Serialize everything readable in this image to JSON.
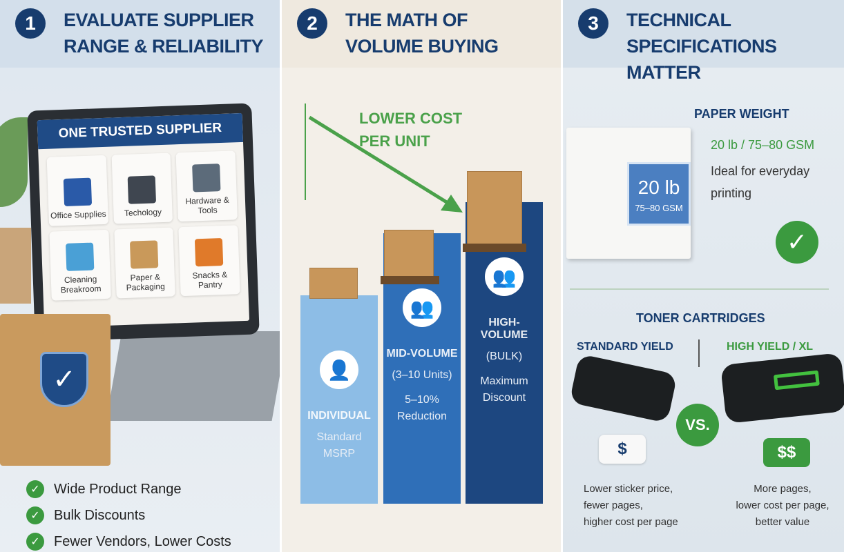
{
  "panel1": {
    "number": "1",
    "title": "EVALUATE SUPPLIER RANGE & RELIABILITY",
    "screen_title": "ONE TRUSTED SUPPLIER",
    "categories": [
      {
        "label": "Office Supplies",
        "icon": "binder-icon"
      },
      {
        "label": "Techology",
        "icon": "laptop-icon"
      },
      {
        "label": "Hardware & Tools",
        "icon": "tools-icon"
      },
      {
        "label": "Cleaning Breakroom",
        "icon": "spray-bottle-icon"
      },
      {
        "label": "Paper & Packaging",
        "icon": "box-icon"
      },
      {
        "label": "Snacks & Pantry",
        "icon": "snack-bag-icon"
      }
    ],
    "benefits": [
      "Wide Product Range",
      "Bulk Discounts",
      "Fewer Vendors, Lower Costs"
    ]
  },
  "panel2": {
    "number": "2",
    "title": "THE MATH OF VOLUME BUYING",
    "arrow_label": "LOWER COST PER UNIT",
    "tiers": [
      {
        "label": "INDIVIDUAL",
        "lines": [
          "Standard",
          "MSRP"
        ],
        "color": "#8dbde6"
      },
      {
        "label": "MID-VOLUME",
        "lines": [
          "(3–10 Units)",
          "5–10%",
          "Reduction"
        ],
        "color": "#2f6fb8"
      },
      {
        "label": "HIGH-VOLUME",
        "lines": [
          "(BULK)",
          "Maximum",
          "Discount"
        ],
        "color": "#1d4780"
      }
    ]
  },
  "panel3": {
    "number": "3",
    "title": "TECHNICAL SPECIFICATIONS MATTER",
    "paper_heading": "PAPER WEIGHT",
    "paper_spec": "20 lb / 75–80 GSM",
    "paper_note": "Ideal for everyday printing",
    "label_weight": "20 lb",
    "label_gsm": "75–80 GSM",
    "toner_heading": "TONER CARTRIDGES",
    "standard": {
      "title": "STANDARD YIELD",
      "price": "$",
      "desc": [
        "Lower sticker price,",
        "fewer pages,",
        "higher cost per page"
      ]
    },
    "vs": "VS.",
    "high": {
      "title": "HIGH YIELD / XL",
      "price": "$$",
      "desc": [
        "More pages,",
        "lower cost per page,",
        "better value"
      ]
    }
  },
  "colors": {
    "navy": "#173c6e",
    "green": "#3b9a3f"
  }
}
